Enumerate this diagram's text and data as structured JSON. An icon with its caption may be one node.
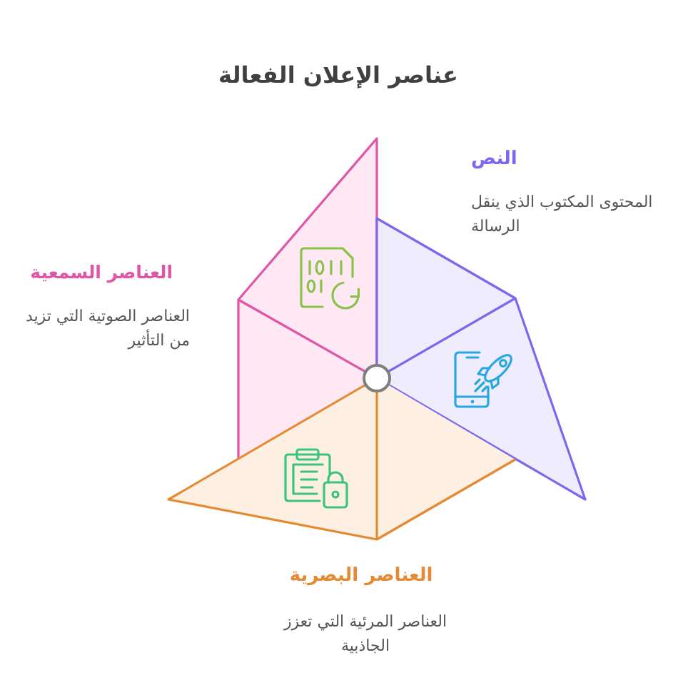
{
  "diagram": {
    "title": "عناصر الإعلان الفعالة",
    "nodes": [
      {
        "text": [],
        "shape": "polygon",
        "beside": [
          "النص",
          "المحتوى المكتوب الذي ينقل الرسالة"
        ]
      },
      {
        "text": [],
        "shape": "polygon",
        "beside": [
          "العناصر السمعية",
          "العناصر الصوتية التي تزيد من التأثير"
        ]
      },
      {
        "text": [],
        "shape": "polygon",
        "beside": [
          "العناصر البصرية",
          "العناصر المرئية التي تعزز الجاذبية"
        ]
      },
      {
        "text": [],
        "shape": "circle"
      }
    ]
  }
}
